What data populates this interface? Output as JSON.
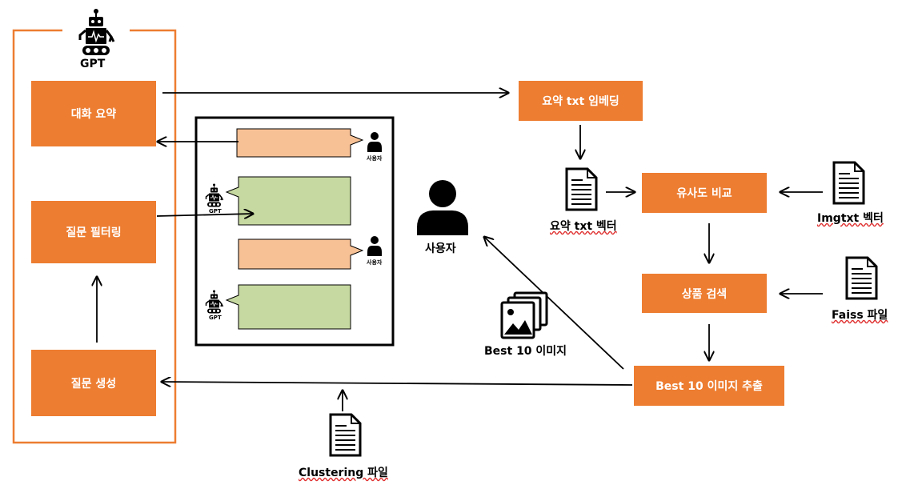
{
  "gpt_panel": {
    "label": "GPT"
  },
  "left_boxes": {
    "summary": "대화 요약",
    "filter": "질문 필터링",
    "generate": "질문 생성"
  },
  "chat": {
    "user_label": "사용자",
    "gpt_label": "GPT"
  },
  "user": {
    "label": "사용자"
  },
  "right_boxes": {
    "embed": "요약 txt 임베딩",
    "similarity": "유사도 비교",
    "search": "상품 검색",
    "extract": "Best 10 이미지 추출"
  },
  "files": {
    "summary_vector": "요약 txt 벡터",
    "imgtxt_vector": "Imgtxt 벡터",
    "faiss": "Faiss 파일",
    "clustering": "Clustering 파일",
    "images": "Best 10 이미지"
  },
  "colors": {
    "orange": "#ED7D31",
    "peach_bubble": "#F8C195",
    "green_bubble": "#C6D9A0"
  }
}
